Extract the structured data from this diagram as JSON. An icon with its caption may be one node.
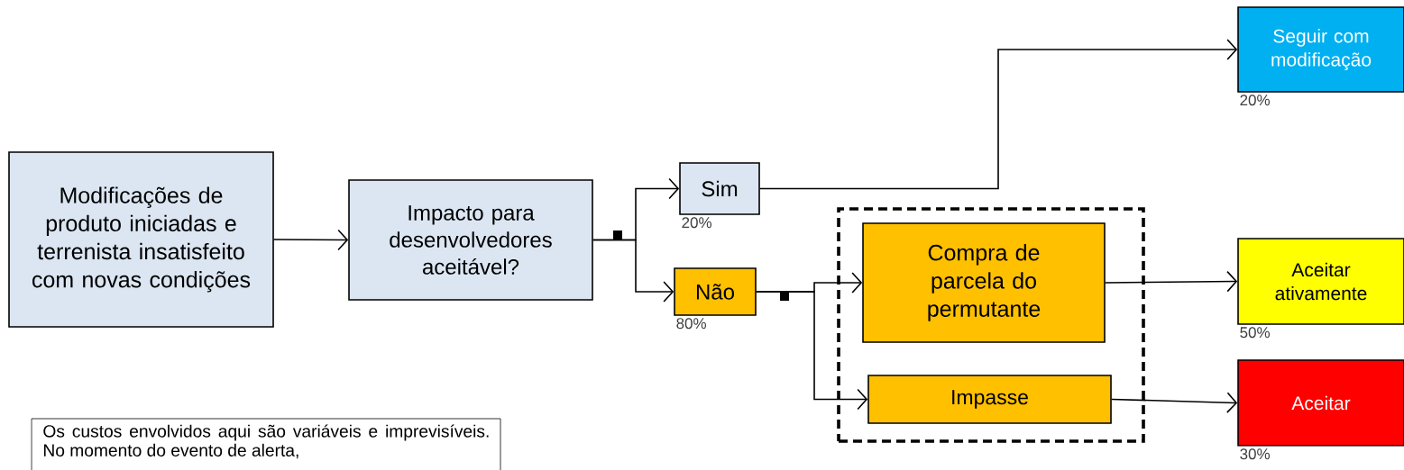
{
  "diagram": {
    "nodes": [
      {
        "text": [
          "Modificações de produto iniciadas e terrenista insatisfeito com novas condições"
        ]
      },
      {
        "text": [
          "Impacto para desenvolvedores aceitável?"
        ]
      },
      {
        "text": [
          "Sim"
        ],
        "beside": [
          "20%"
        ]
      },
      {
        "text": [
          "Não"
        ],
        "beside": [
          "80%"
        ]
      },
      {
        "text": [],
        "shape": "box"
      },
      {
        "text": [
          "Compra de parcela do permutante"
        ],
        "in": 4
      },
      {
        "text": [
          "Impasse"
        ],
        "in": 4
      },
      {
        "text": [
          "Seguir com modificação"
        ],
        "beside": [
          "20%"
        ]
      },
      {
        "text": [
          "Aceitar ativamente"
        ],
        "beside": [
          "50%"
        ]
      },
      {
        "text": [
          "Aceitar"
        ],
        "beside": [
          "30%"
        ]
      },
      {
        "text": [
          "Os custos envolvidos aqui são variáveis e imprevisíveis. No momento do evento de alerta,"
        ]
      }
    ],
    "edges": [
      {
        "from": 0,
        "to": 1,
        "arrow": "to"
      },
      {
        "from": 1,
        "to": 2,
        "arrow": "to"
      },
      {
        "from": 1,
        "to": 3,
        "arrow": "to"
      },
      {
        "from": 2,
        "to": 7,
        "arrow": "to"
      },
      {
        "from": 3,
        "to": 5,
        "arrow": "to"
      },
      {
        "from": 3,
        "to": 6,
        "arrow": "to"
      },
      {
        "from": 5,
        "to": 8,
        "arrow": "to"
      },
      {
        "from": 6,
        "to": 9,
        "arrow": "to"
      }
    ]
  }
}
